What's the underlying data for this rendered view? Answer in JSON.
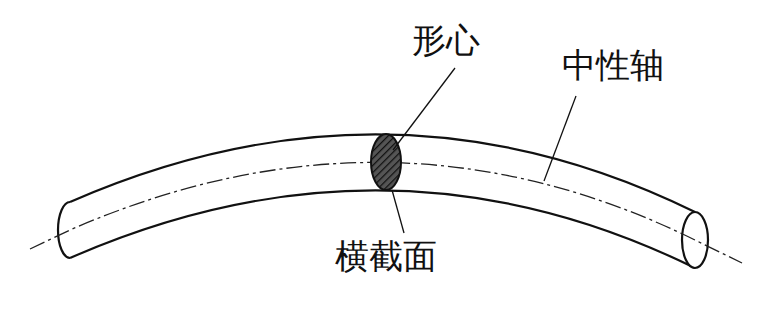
{
  "diagram": {
    "labels": [
      "形心",
      "中性轴",
      "横截面"
    ]
  }
}
